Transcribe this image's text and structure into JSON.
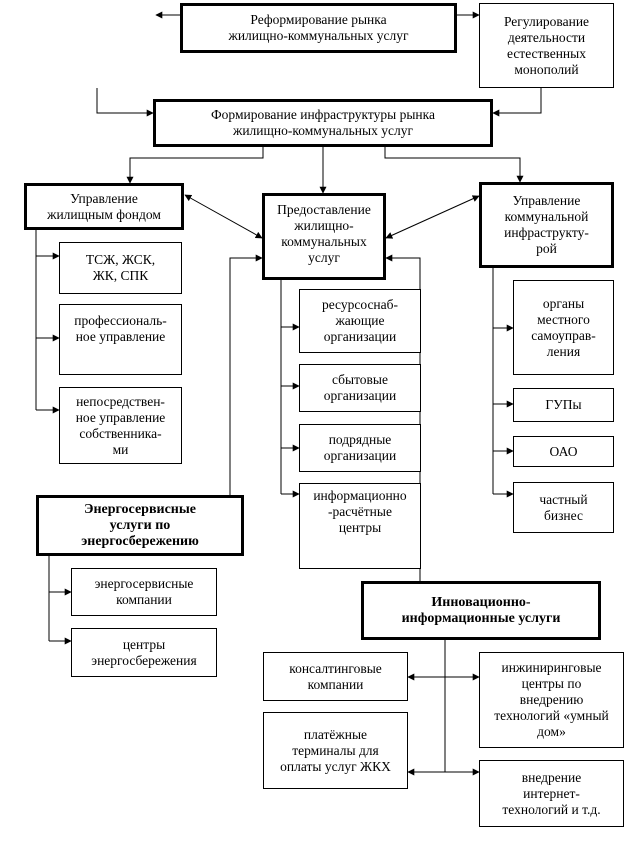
{
  "nodes": {
    "reform": "Реформирование рынка\nжилищно-коммунальных услуг",
    "regulation": "Регулирование\nдеятельности\nестественных\nмонополий",
    "infrastructure": "Формирование инфраструктуры рынка\nжилищно-коммунальных услуг",
    "housing_mgmt": "Управление\nжилищным фондом",
    "provision": "Предоставление\nжилищно-\nкоммунальных\nуслуг",
    "communal_mgmt": "Управление\nкоммунальной\nинфраструкту-\nрой",
    "tszh": "ТСЖ, ЖСК,\nЖК, СПК",
    "prof_mgmt": "профессиональ-\nное управление",
    "direct_mgmt": "непосредствен-\nное управление\nсобственника-\nми",
    "resource": "ресурсоснаб-\nжающие\nорганизации",
    "sales": "сбытовые\nорганизации",
    "contractors": "подрядные\nорганизации",
    "info_centers": "информационно\n-расчётные\nцентры",
    "local_gov": "органы\nместного\nсамоуправ-\nления",
    "gup": "ГУПы",
    "oao": "ОАО",
    "private": "частный\nбизнес",
    "energy_services": "Энергосервисные\nуслуги по\nэнергосбережению",
    "energy_companies": "энергосервисные\nкомпании",
    "energy_centers": "центры\nэнергосбережения",
    "innovation": "Инновационно-\nинформационные услуги",
    "consulting": "консалтинговые\nкомпании",
    "engineering": "инжиниринговые\nцентры по\nвнедрению\nтехнологий «умный\nдом»",
    "terminals": "платёжные\nтерминалы для\nоплаты услуг ЖКХ",
    "internet": "внедрение\nинтернет-\nтехнологий и т.д."
  }
}
